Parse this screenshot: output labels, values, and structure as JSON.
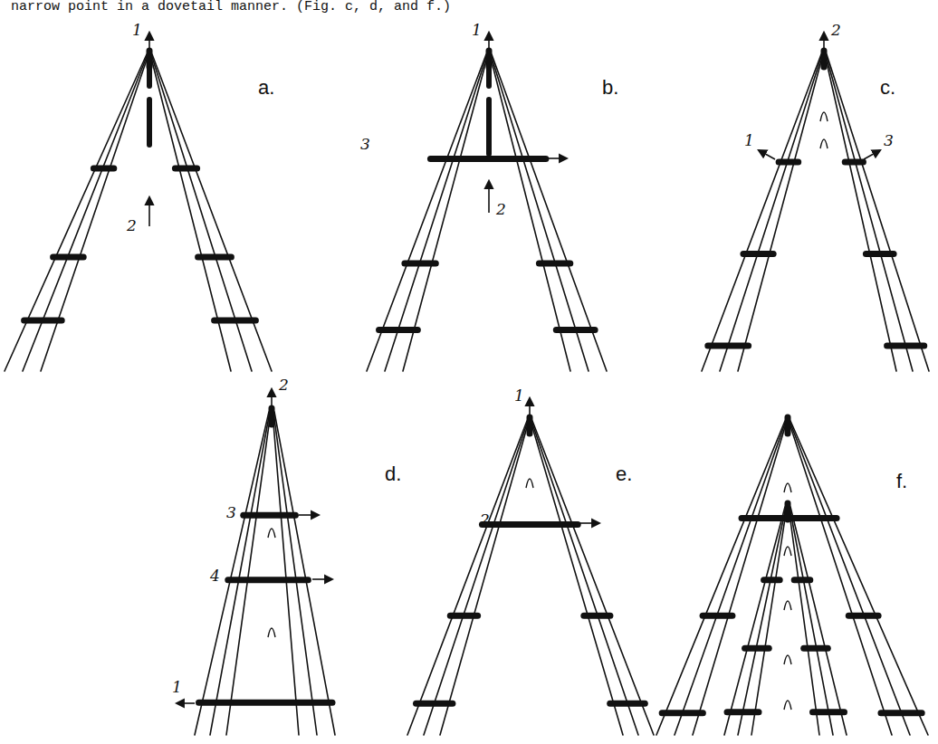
{
  "diagram": {
    "labels": [
      "narrow point in a dovetail manner. (Fig. c, d, and f.)",
      "a.",
      "1",
      "2",
      "b.",
      "1",
      "3",
      "2",
      "c.",
      "2",
      "1",
      "3",
      "d.",
      "2",
      "3",
      "4",
      "1",
      "e.",
      "1",
      "2",
      "f."
    ]
  }
}
